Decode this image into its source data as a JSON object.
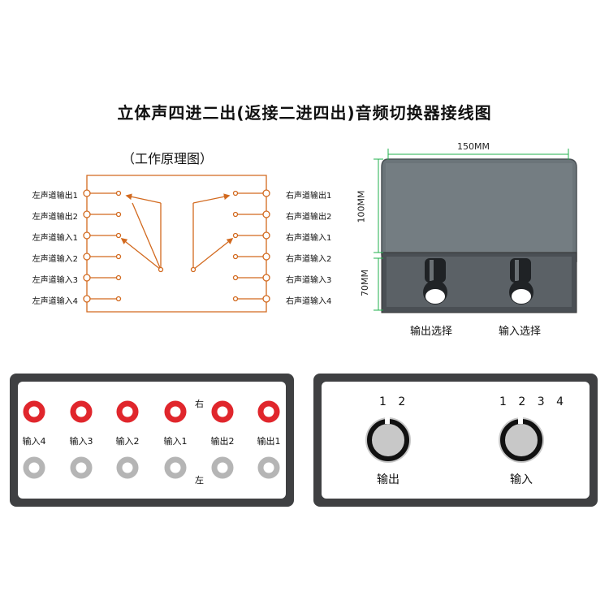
{
  "title": "立体声四进二出(返接二进四出)音频切换器接线图",
  "schematic": {
    "subtitle": "（工作原理图）",
    "left_labels": [
      "左声道输出1",
      "左声道输出2",
      "左声道输入1",
      "左声道输入2",
      "左声道输入3",
      "左声道输入4"
    ],
    "right_labels": [
      "右声道输出1",
      "右声道输出2",
      "右声道输入1",
      "右声道输入2",
      "右声道输入3",
      "右声道输入4"
    ],
    "line_color": "#d2691e"
  },
  "device": {
    "width_label": "150MM",
    "height_label": "100MM",
    "depth_label": "70MM",
    "knob_output_label": "输出选择",
    "knob_input_label": "输入选择",
    "dimension_line_color": "#22b14c"
  },
  "rear_panel": {
    "top_jacks": [
      "输入4",
      "输入3",
      "输入2",
      "输入1",
      "输出2",
      "输出1"
    ],
    "right_label": "右",
    "left_label": "左",
    "top_color": "#e0262c",
    "bottom_color": "#b5b5b5"
  },
  "front_panel": {
    "output_numbers": "1 2",
    "input_numbers": "1 2 3 4",
    "output_label": "输出",
    "input_label": "输入"
  }
}
